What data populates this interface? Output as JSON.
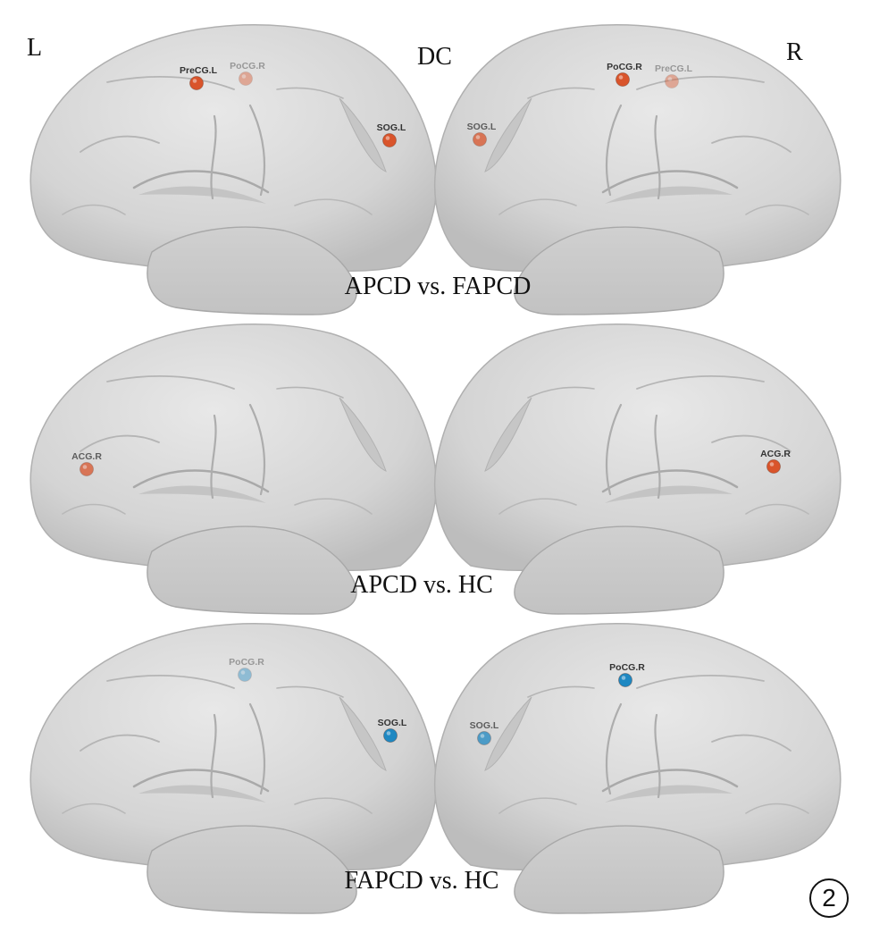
{
  "header": {
    "left": "L",
    "center": "DC",
    "right": "R"
  },
  "colors": {
    "positive": "#d9542b",
    "negative": "#1e88c2",
    "cortex": "#d6d6d6",
    "label_text": "#333333"
  },
  "panels": [
    {
      "caption": "APCD vs. FAPCD",
      "left_nodes": [
        {
          "label": "PreCG.L",
          "effect": "positive",
          "depth": "near"
        },
        {
          "label": "PoCG.R",
          "effect": "positive",
          "depth": "far"
        },
        {
          "label": "SOG.L",
          "effect": "positive",
          "depth": "near"
        }
      ],
      "right_nodes": [
        {
          "label": "PoCG.R",
          "effect": "positive",
          "depth": "near"
        },
        {
          "label": "PreCG.L",
          "effect": "positive",
          "depth": "far"
        },
        {
          "label": "SOG.L",
          "effect": "positive",
          "depth": "mid"
        }
      ]
    },
    {
      "caption": "APCD vs. HC",
      "left_nodes": [
        {
          "label": "ACG.R",
          "effect": "positive",
          "depth": "mid"
        }
      ],
      "right_nodes": [
        {
          "label": "ACG.R",
          "effect": "positive",
          "depth": "near"
        }
      ]
    },
    {
      "caption": "FAPCD vs. HC",
      "left_nodes": [
        {
          "label": "PoCG.R",
          "effect": "negative",
          "depth": "far"
        },
        {
          "label": "SOG.L",
          "effect": "negative",
          "depth": "near"
        }
      ],
      "right_nodes": [
        {
          "label": "PoCG.R",
          "effect": "negative",
          "depth": "near"
        },
        {
          "label": "SOG.L",
          "effect": "negative",
          "depth": "mid"
        }
      ]
    }
  ],
  "figure_number": "2"
}
